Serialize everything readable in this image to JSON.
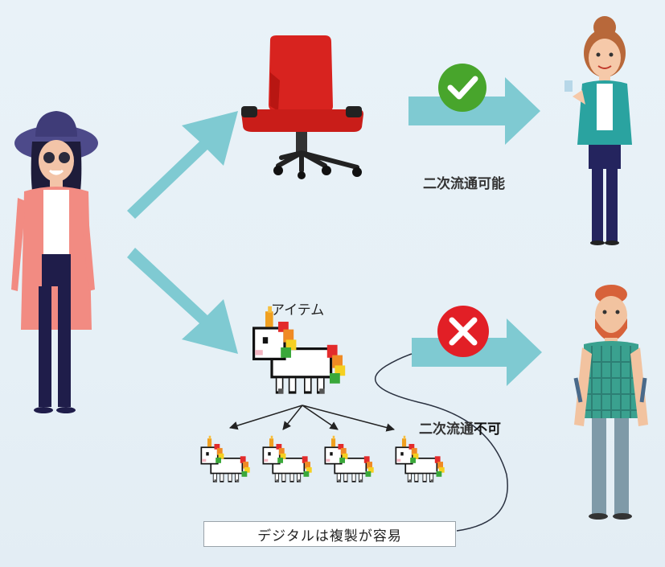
{
  "labels": {
    "secondary_ok": "二次流通可能",
    "secondary_ng_prefix": "二次流通",
    "secondary_ng_emph": "不可",
    "item": "アイテム",
    "note": "デジタルは複製が容易"
  },
  "icons": {
    "ok": "check-icon",
    "ng": "cross-icon"
  },
  "colors": {
    "arrow": "#7fcad2",
    "chair_red": "#d8231f",
    "check_green": "#48a52c",
    "cross_red": "#e21f26"
  }
}
